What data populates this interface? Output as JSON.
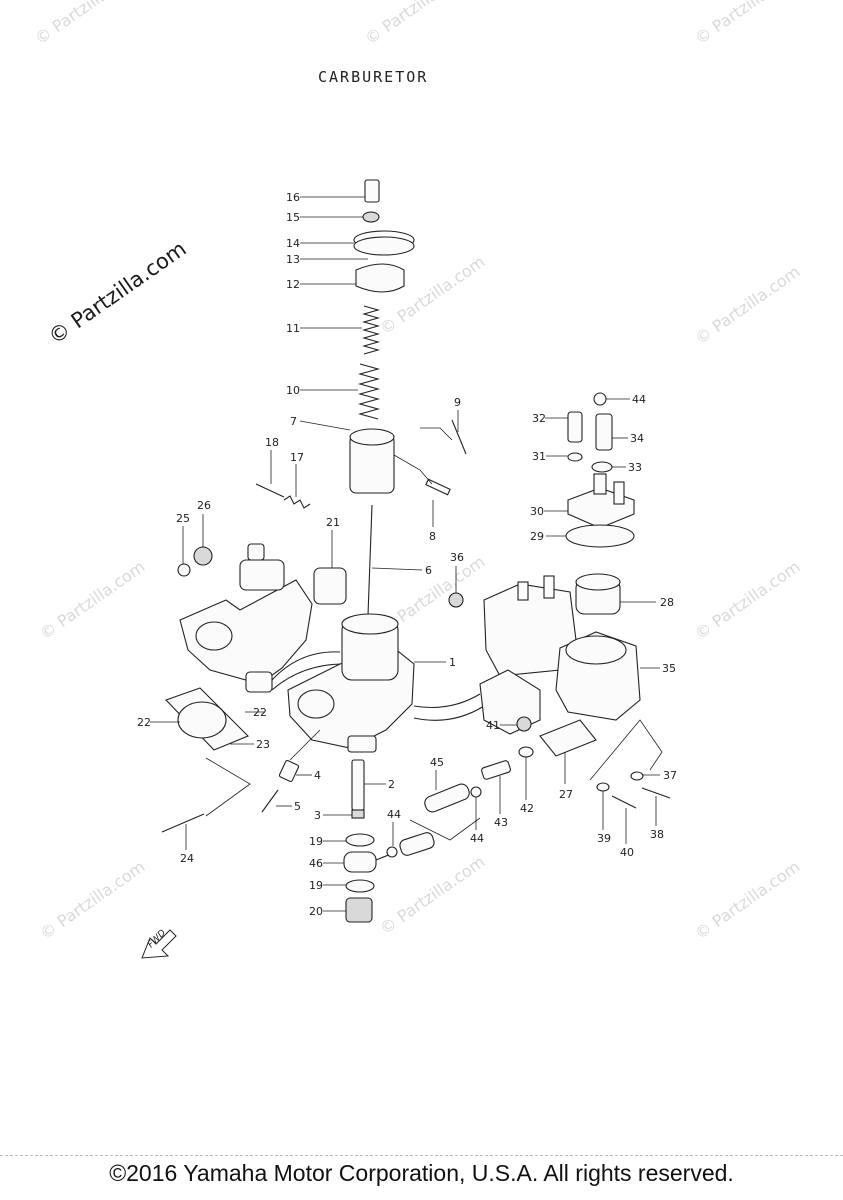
{
  "title": "CARBURETOR",
  "watermark": {
    "text": "© Partzilla.com",
    "short": "© Partzilla.com"
  },
  "fwd_label": "FWD",
  "copyright": "©2016 Yamaha Motor Corporation, U.S.A. All rights reserved.",
  "callouts": [
    {
      "id": "c16",
      "label": "16"
    },
    {
      "id": "c15",
      "label": "15"
    },
    {
      "id": "c14",
      "label": "14"
    },
    {
      "id": "c13",
      "label": "13"
    },
    {
      "id": "c12",
      "label": "12"
    },
    {
      "id": "c11",
      "label": "11"
    },
    {
      "id": "c10",
      "label": "10"
    },
    {
      "id": "c7",
      "label": "7"
    },
    {
      "id": "c9",
      "label": "9"
    },
    {
      "id": "c18",
      "label": "18"
    },
    {
      "id": "c17",
      "label": "17"
    },
    {
      "id": "c8",
      "label": "8"
    },
    {
      "id": "c25",
      "label": "25"
    },
    {
      "id": "c26",
      "label": "26"
    },
    {
      "id": "c21",
      "label": "21"
    },
    {
      "id": "c6",
      "label": "6"
    },
    {
      "id": "c36",
      "label": "36"
    },
    {
      "id": "c1",
      "label": "1"
    },
    {
      "id": "c22a",
      "label": "22"
    },
    {
      "id": "c22b",
      "label": "22"
    },
    {
      "id": "c23",
      "label": "23"
    },
    {
      "id": "c4",
      "label": "4"
    },
    {
      "id": "c2",
      "label": "2"
    },
    {
      "id": "c5",
      "label": "5"
    },
    {
      "id": "c3",
      "label": "3"
    },
    {
      "id": "c19a",
      "label": "19"
    },
    {
      "id": "c46",
      "label": "46"
    },
    {
      "id": "c19b",
      "label": "19"
    },
    {
      "id": "c20",
      "label": "20"
    },
    {
      "id": "c24",
      "label": "24"
    },
    {
      "id": "c44a",
      "label": "44"
    },
    {
      "id": "c32",
      "label": "32"
    },
    {
      "id": "c34",
      "label": "34"
    },
    {
      "id": "c31",
      "label": "31"
    },
    {
      "id": "c33",
      "label": "33"
    },
    {
      "id": "c30",
      "label": "30"
    },
    {
      "id": "c29",
      "label": "29"
    },
    {
      "id": "c28",
      "label": "28"
    },
    {
      "id": "c35",
      "label": "35"
    },
    {
      "id": "c41",
      "label": "41"
    },
    {
      "id": "c45",
      "label": "45"
    },
    {
      "id": "c44b",
      "label": "44"
    },
    {
      "id": "c43",
      "label": "43"
    },
    {
      "id": "c42",
      "label": "42"
    },
    {
      "id": "c27",
      "label": "27"
    },
    {
      "id": "c37",
      "label": "37"
    },
    {
      "id": "c39",
      "label": "39"
    },
    {
      "id": "c40",
      "label": "40"
    },
    {
      "id": "c38",
      "label": "38"
    },
    {
      "id": "c44c",
      "label": "44"
    }
  ]
}
